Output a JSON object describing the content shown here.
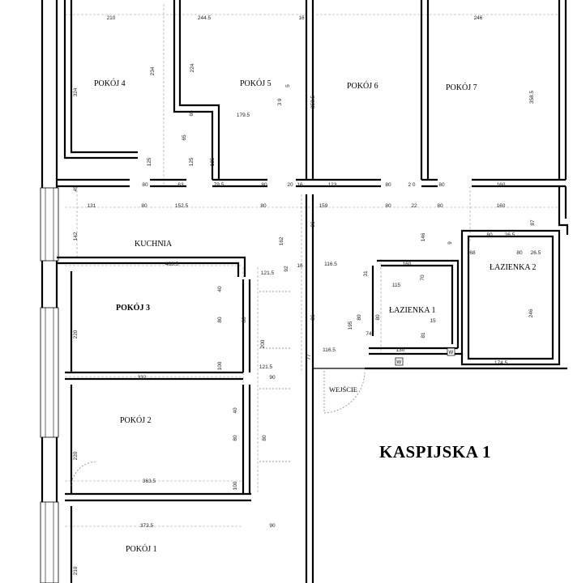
{
  "title": "KASPIJSKA 1",
  "rooms": {
    "pokoj4": "POKÓJ 4",
    "pokoj5": "POKÓJ 5",
    "pokoj6": "POKÓJ 6",
    "pokoj7": "POKÓJ 7",
    "kuchnia": "KUCHNIA",
    "pokoj3": "POKÓJ 3",
    "lazienka1": "ŁAZIENKA 1",
    "lazienka2": "ŁAZIENKA 2",
    "pokoj2": "POKÓJ 2",
    "pokoj1": "POKÓJ 1",
    "wejscie": "WEJŚCIE"
  },
  "wc_marks": [
    "W",
    "W"
  ],
  "dimensions": [
    {
      "t": "210",
      "v": false
    },
    {
      "t": "244.5",
      "v": false
    },
    {
      "t": "16",
      "v": false
    },
    {
      "t": "246",
      "v": false
    },
    {
      "t": "324",
      "v": true
    },
    {
      "t": "234",
      "v": true
    },
    {
      "t": "224",
      "v": true
    },
    {
      "t": "5",
      "v": true
    },
    {
      "t": "3 9",
      "v": true
    },
    {
      "t": "358.5",
      "v": true
    },
    {
      "t": "358.5",
      "v": true
    },
    {
      "t": "65",
      "v": true
    },
    {
      "t": "179.5",
      "v": false
    },
    {
      "t": "65",
      "v": true
    },
    {
      "t": "125",
      "v": true
    },
    {
      "t": "125",
      "v": true
    },
    {
      "t": "125",
      "v": true
    },
    {
      "t": "80",
      "v": false
    },
    {
      "t": "63",
      "v": false
    },
    {
      "t": "79.5",
      "v": false
    },
    {
      "t": "80",
      "v": false
    },
    {
      "t": "20",
      "v": false
    },
    {
      "t": "16",
      "v": false
    },
    {
      "t": "123",
      "v": false
    },
    {
      "t": "80",
      "v": false
    },
    {
      "t": "2 0",
      "v": false
    },
    {
      "t": "80",
      "v": false
    },
    {
      "t": "160",
      "v": false
    },
    {
      "t": "45",
      "v": true
    },
    {
      "t": "131",
      "v": false
    },
    {
      "t": "80",
      "v": false
    },
    {
      "t": "152.5",
      "v": false
    },
    {
      "t": "80",
      "v": false
    },
    {
      "t": "159",
      "v": false
    },
    {
      "t": "80",
      "v": false
    },
    {
      "t": "22",
      "v": false
    },
    {
      "t": "80",
      "v": false
    },
    {
      "t": "160",
      "v": false
    },
    {
      "t": "86",
      "v": true
    },
    {
      "t": "87",
      "v": true
    },
    {
      "t": "142",
      "v": true
    },
    {
      "t": "162",
      "v": true
    },
    {
      "t": "146",
      "v": true
    },
    {
      "t": "9",
      "v": true
    },
    {
      "t": "80",
      "v": false
    },
    {
      "t": "26.5",
      "v": false
    },
    {
      "t": "68",
      "v": false
    },
    {
      "t": "80",
      "v": false
    },
    {
      "t": "26.5",
      "v": false
    },
    {
      "t": "463.5",
      "v": false
    },
    {
      "t": "92",
      "v": true
    },
    {
      "t": "16",
      "v": false
    },
    {
      "t": "116.5",
      "v": false
    },
    {
      "t": "160",
      "v": false
    },
    {
      "t": "121.5",
      "v": false
    },
    {
      "t": "40",
      "v": true
    },
    {
      "t": "31",
      "v": true
    },
    {
      "t": "115",
      "v": false
    },
    {
      "t": "70",
      "v": true
    },
    {
      "t": "86",
      "v": true
    },
    {
      "t": "80",
      "v": true
    },
    {
      "t": "80",
      "v": true
    },
    {
      "t": "195",
      "v": true
    },
    {
      "t": "80",
      "v": true
    },
    {
      "t": "80",
      "v": true
    },
    {
      "t": "15",
      "v": false
    },
    {
      "t": "246",
      "v": true
    },
    {
      "t": "220",
      "v": true
    },
    {
      "t": "200",
      "v": true
    },
    {
      "t": "74",
      "v": false
    },
    {
      "t": "81",
      "v": true
    },
    {
      "t": "116.5",
      "v": false
    },
    {
      "t": "130",
      "v": false
    },
    {
      "t": "174.5",
      "v": false
    },
    {
      "t": "100",
      "v": true
    },
    {
      "t": "77",
      "v": true
    },
    {
      "t": "121.5",
      "v": false
    },
    {
      "t": "332",
      "v": false
    },
    {
      "t": "90",
      "v": false
    },
    {
      "t": "40",
      "v": true
    },
    {
      "t": "80",
      "v": true
    },
    {
      "t": "80",
      "v": true
    },
    {
      "t": "220",
      "v": true
    },
    {
      "t": "363.5",
      "v": false
    },
    {
      "t": "100",
      "v": true
    },
    {
      "t": "373.5",
      "v": false
    },
    {
      "t": "90",
      "v": false
    },
    {
      "t": "210",
      "v": true
    }
  ]
}
